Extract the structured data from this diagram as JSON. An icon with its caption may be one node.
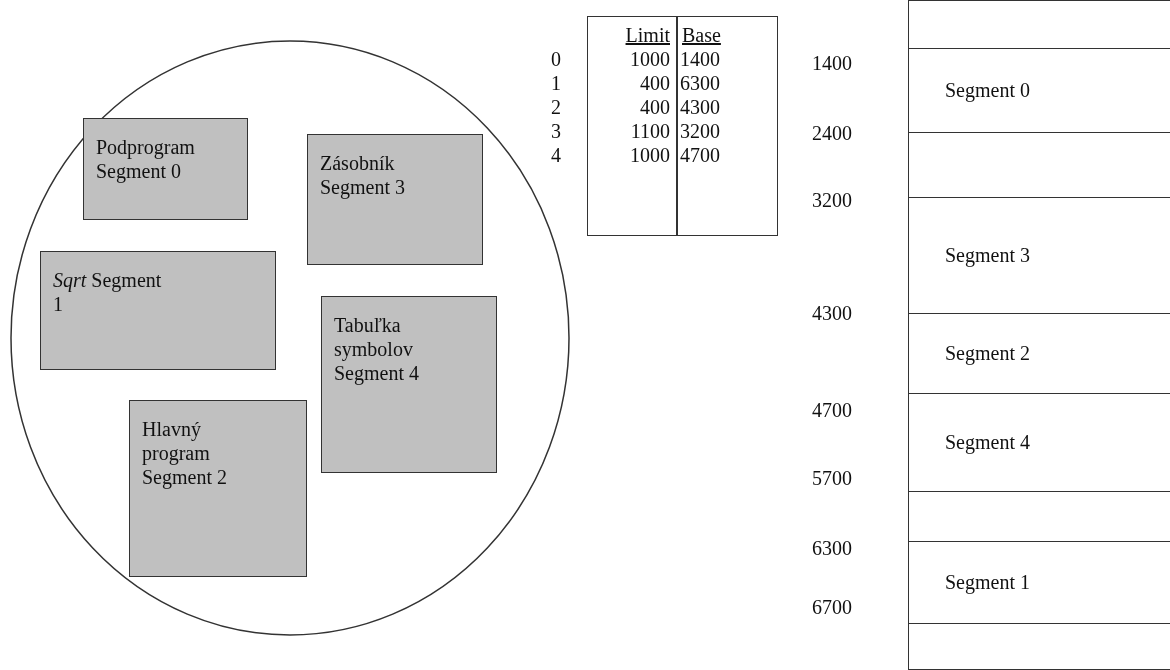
{
  "diagram": {
    "nodes": [
      {
        "text": [],
        "shape": "ellipse"
      },
      {
        "text": [
          "Podprogram Segment 0"
        ],
        "in": 0
      },
      {
        "text": [
          "Zásobník Segment 3"
        ],
        "in": 0
      },
      {
        "text": [
          "*Sqrt* Segment 1"
        ],
        "in": 0
      },
      {
        "text": [
          "Tabuľka symbolov Segment 4"
        ],
        "in": 0
      },
      {
        "text": [
          "Hlavný program Segment 2"
        ],
        "in": 0
      },
      {
        "text": [],
        "shape": "bar"
      },
      {
        "text": [],
        "shape": "box",
        "in": 6
      },
      {
        "text": [
          "Segment 0"
        ],
        "in": 6
      },
      {
        "text": [],
        "shape": "box",
        "in": 6
      },
      {
        "text": [
          "Segment 3"
        ],
        "in": 6
      },
      {
        "text": [
          "Segment 2"
        ],
        "in": 6
      },
      {
        "text": [
          "Segment 4"
        ],
        "in": 6
      },
      {
        "text": [],
        "shape": "box",
        "in": 6
      },
      {
        "text": [
          "Segment 1"
        ],
        "in": 6
      },
      {
        "text": [],
        "shape": "box",
        "in": 6
      }
    ],
    "labels": [
      "Limit",
      "Base",
      "0",
      "1000",
      "1400",
      "1",
      "400",
      "6300",
      "2",
      "400",
      "4300",
      "3",
      "1100",
      "3200",
      "4",
      "1000",
      "4700",
      "1400",
      "2400",
      "3200",
      "4300",
      "4700",
      "5700",
      "6300",
      "6700"
    ]
  }
}
